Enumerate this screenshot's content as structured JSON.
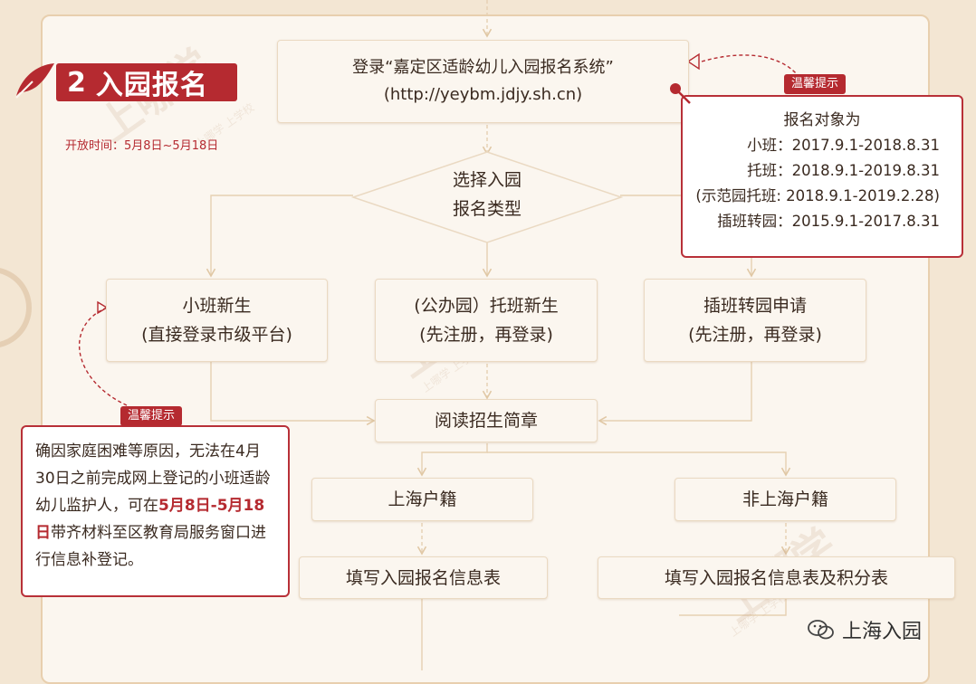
{
  "section": {
    "number": "2",
    "title": "入园报名",
    "open_time": "开放时间：5月8日~5月18日"
  },
  "login_box": {
    "line1": "登录“嘉定区适龄幼儿入园报名系统”",
    "line2": "(http://yeybm.jdjy.sh.cn)"
  },
  "decision": {
    "line1": "选择入园",
    "line2": "报名类型"
  },
  "types": [
    {
      "line1": "小班新生",
      "line2": "(直接登录市级平台)"
    },
    {
      "line1": "(公办园）托班新生",
      "line2": "(先注册，再登录)"
    },
    {
      "line1": "插班转园申请",
      "line2": "(先注册，再登录)"
    }
  ],
  "read_box": "阅读招生简章",
  "residence": {
    "shanghai": "上海户籍",
    "non_shanghai": "非上海户籍"
  },
  "forms": {
    "shanghai": "填写入园报名信息表",
    "non_shanghai": "填写入园报名信息表及积分表"
  },
  "tip_right": {
    "tag": "温馨提示",
    "heading": "报名对象为",
    "rows": [
      "小班：2017.9.1-2018.8.31",
      "托班：2018.9.1-2019.8.31",
      "(示范园托班: 2018.9.1-2019.2.28)",
      "插班转园：2015.9.1-2017.8.31"
    ]
  },
  "tip_left": {
    "tag": "温馨提示",
    "text_before": "确因家庭困难等原因，无法在4月30日之前完成网上登记的小班适龄幼儿监护人，可在",
    "highlight": "5月8日-5月18日",
    "text_after": "带齐材料至区教育局服务窗口进行信息补登记。"
  },
  "watermark": {
    "brand": "上海入园",
    "mark": "上哪学",
    "mark_small": "上哪学 上学校"
  },
  "colors": {
    "accent": "#b52a30",
    "line": "#e8cfae",
    "background": "#f3e6d3"
  }
}
